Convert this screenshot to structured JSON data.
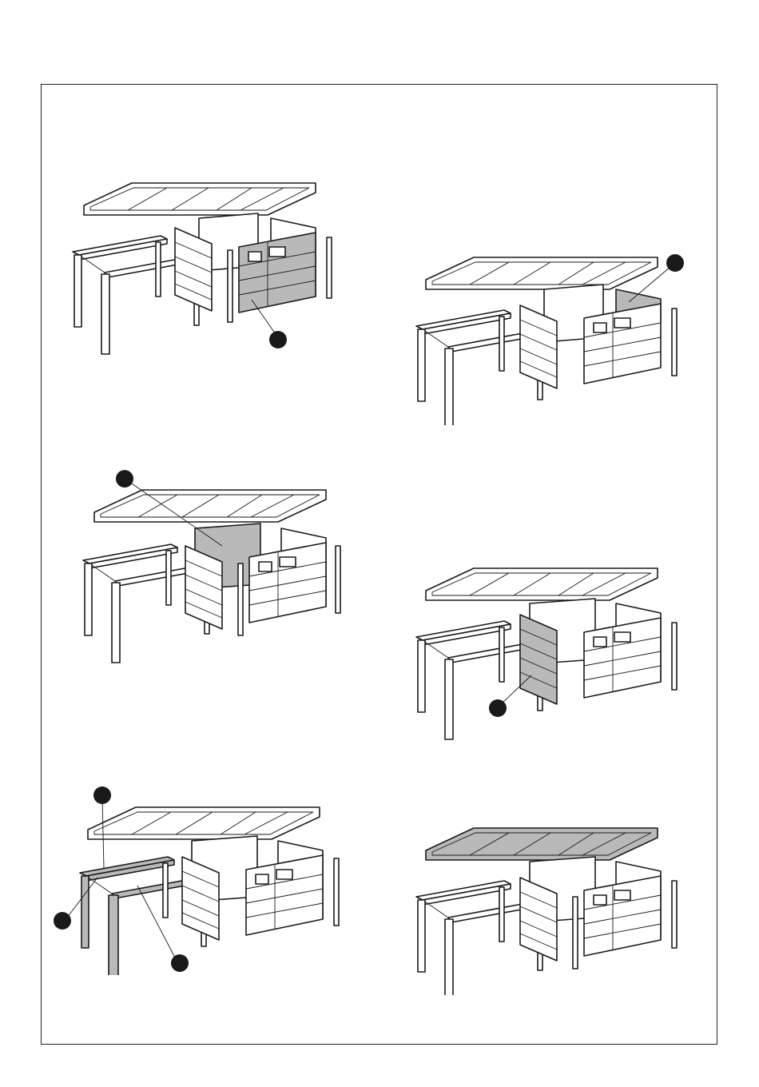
{
  "document": {
    "type": "assembly-instructions",
    "steps": [
      {
        "id": "step-1",
        "highlight": "front-door-panel",
        "callouts": 1
      },
      {
        "id": "step-2",
        "highlight": "rear-right-panel",
        "callouts": 1
      },
      {
        "id": "step-3",
        "highlight": "rear-wall-panel",
        "callouts": 1
      },
      {
        "id": "step-4",
        "highlight": "left-side-panel",
        "callouts": 1
      },
      {
        "id": "step-5",
        "highlight": "pergola-frame",
        "callouts": 3
      },
      {
        "id": "step-6",
        "highlight": "roof-panel",
        "callouts": 0
      }
    ],
    "colors": {
      "line": "#1a1a1a",
      "highlight": "#b9b9b9",
      "paper": "#ffffff"
    }
  }
}
